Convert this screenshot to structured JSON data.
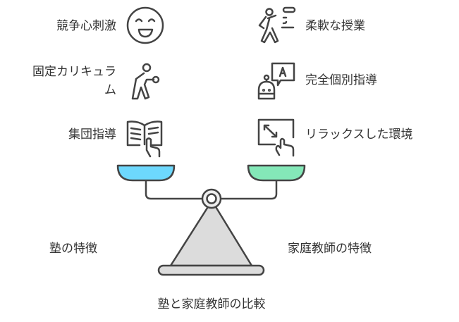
{
  "left_items": [
    {
      "label": "競争心刺激",
      "icon": "smiling-face-icon"
    },
    {
      "label": "固定カリキュラム",
      "line1": "固定カリキュラ",
      "line2": "ム",
      "icon": "person-stretching-icon"
    },
    {
      "label": "集団指導",
      "icon": "open-book-pointer-icon"
    }
  ],
  "right_items": [
    {
      "label": "柔軟な授業",
      "icon": "person-moving-icon"
    },
    {
      "label": "完全個別指導",
      "icon": "robot-speech-bubble-icon"
    },
    {
      "label": "リラックスした環境",
      "icon": "expand-touch-icon"
    }
  ],
  "left_label": "塾の特徴",
  "right_label": "家庭教師の特徴",
  "title": "塾と家庭教師の比較",
  "colors": {
    "left_pan": "#6dd8fd",
    "right_pan": "#84e8b8",
    "stand": "#dcdcdc",
    "stroke": "#444444"
  }
}
